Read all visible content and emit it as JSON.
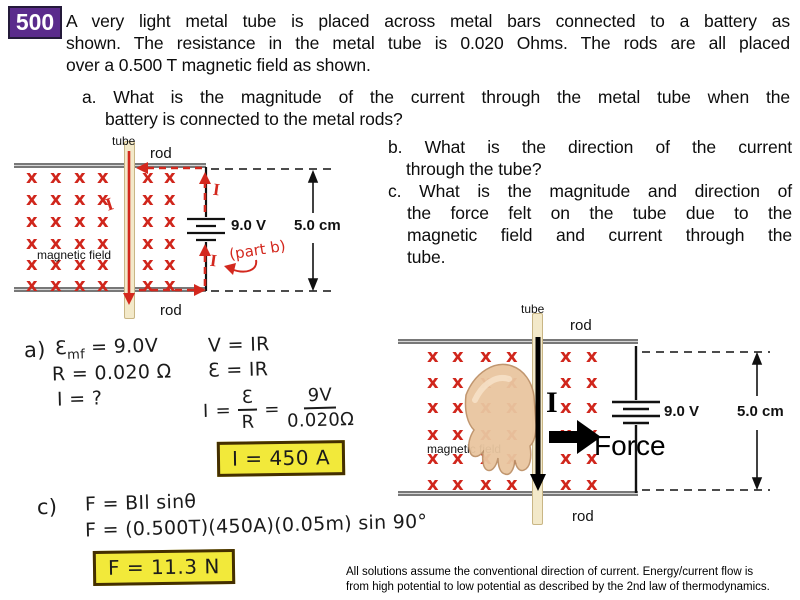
{
  "badge": {
    "label": "500"
  },
  "problem": {
    "lines": [
      "A very light metal tube is placed across metal bars connected to a battery as",
      "shown. The resistance in the metal tube is 0.020 Ohms. The rods are all placed",
      "over a 0.500 T magnetic field as shown.",
      "a. What is the magnitude of the current through the metal tube when the",
      "battery is connected to the metal rods?"
    ]
  },
  "questions": {
    "b": [
      "b. What is the direction of the current",
      "through the tube?"
    ],
    "c": [
      "c. What is the magnitude and direction of",
      "the force felt on the tube due to the",
      "magnetic field and current through the",
      "tube."
    ]
  },
  "diagram_left": {
    "tube_label": "tube",
    "rod_top_label": "rod",
    "rod_bottom_label": "rod",
    "field_label": "magnetic field",
    "voltage": "9.0 V",
    "width_label": "5.0 cm",
    "current_label_tube": "I",
    "current_label_top": "I",
    "current_label_bottom": "I",
    "part_b_note": "(part b)",
    "field_marker": "x"
  },
  "diagram_right": {
    "tube_label": "tube",
    "rod_top_label": "rod",
    "rod_bottom_label": "rod",
    "field_label": "magnetic field",
    "voltage": "9.0 V",
    "width_label": "5.0 cm",
    "current_label": "I",
    "force_label": "Force",
    "field_marker": "x"
  },
  "solution_a": {
    "label": "a)",
    "emf_sym": "Ɛ",
    "emf_sub": "mf",
    "emf_val": "= 9.0V",
    "given_r": "R = 0.020 Ω",
    "given_i": "I = ?",
    "eq1": "V = IR",
    "eq2": "Ɛ = IR",
    "frac_lhs": "I",
    "eq_sign": "=",
    "num1": "Ɛ",
    "den1": "R",
    "num2": "9V",
    "den2": "0.020Ω",
    "answer": "I = 450 A"
  },
  "solution_c": {
    "label": "c)",
    "eq1": "F = BIl sinθ",
    "eq2": "F = (0.500T)(450A)(0.05m) sin 90°",
    "answer": "F = 11.3 N"
  },
  "footnote": {
    "lines": [
      "All solutions assume the conventional direction of current. Energy/current flow is",
      "from high potential to low potential as described by the 2nd law of thermodynamics."
    ]
  },
  "colors": {
    "badge_purple": "#5a2b8c",
    "field_red": "#d0261c",
    "highlight_yellow": "#f2e93a",
    "tube_tan": "#f3e9c9",
    "rod_gray": "#d6d6d6"
  }
}
